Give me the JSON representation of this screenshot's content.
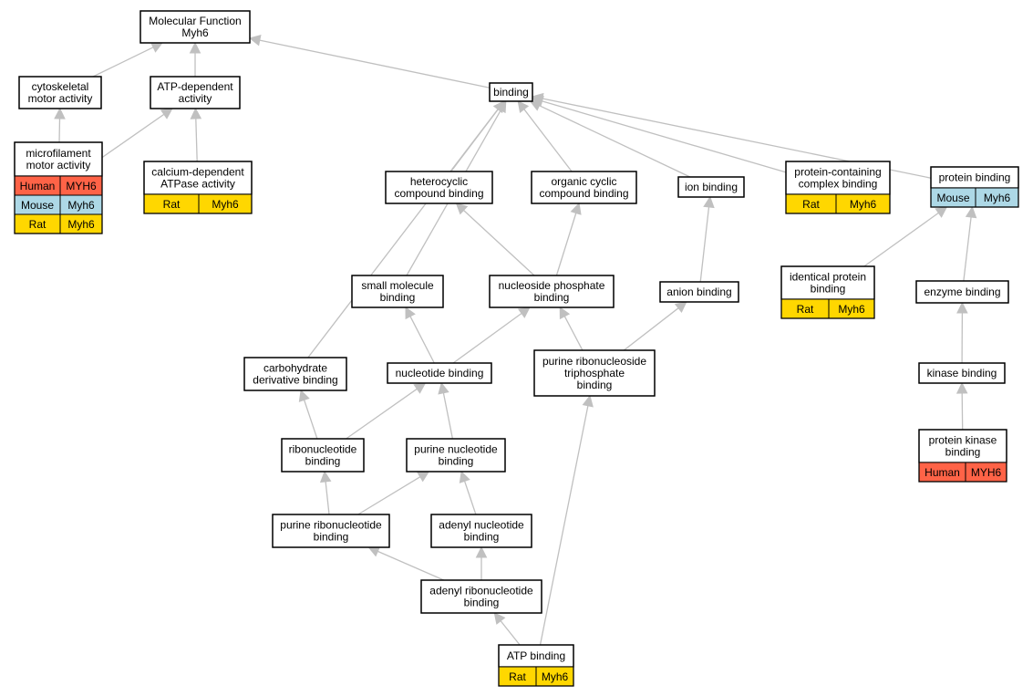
{
  "colors": {
    "human": "#ff6347",
    "mouse": "#add8e6",
    "rat": "#ffd700",
    "edge": "#c0c0c0"
  },
  "nodes": {
    "molecular_function": {
      "lines": [
        "Molecular Function",
        "Myh6"
      ]
    },
    "cytoskeletal_motor": {
      "lines": [
        "cytoskeletal",
        "motor activity"
      ]
    },
    "atp_dependent": {
      "lines": [
        "ATP-dependent",
        "activity"
      ]
    },
    "binding": {
      "lines": [
        "binding"
      ]
    },
    "microfilament_motor": {
      "lines": [
        "microfilament",
        "motor activity"
      ],
      "annotations": [
        {
          "species": "Human",
          "gene": "MYH6",
          "color": "human"
        },
        {
          "species": "Mouse",
          "gene": "Myh6",
          "color": "mouse"
        },
        {
          "species": "Rat",
          "gene": "Myh6",
          "color": "rat"
        }
      ]
    },
    "calcium_atpase": {
      "lines": [
        "calcium-dependent",
        "ATPase activity"
      ],
      "annotations": [
        {
          "species": "Rat",
          "gene": "Myh6",
          "color": "rat"
        }
      ]
    },
    "heterocyclic": {
      "lines": [
        "heterocyclic",
        "compound binding"
      ]
    },
    "organic_cyclic": {
      "lines": [
        "organic cyclic",
        "compound binding"
      ]
    },
    "ion_binding": {
      "lines": [
        "ion binding"
      ]
    },
    "protein_complex": {
      "lines": [
        "protein-containing",
        "complex binding"
      ],
      "annotations": [
        {
          "species": "Rat",
          "gene": "Myh6",
          "color": "rat"
        }
      ]
    },
    "protein_binding": {
      "lines": [
        "protein binding"
      ],
      "annotations": [
        {
          "species": "Mouse",
          "gene": "Myh6",
          "color": "mouse"
        }
      ]
    },
    "small_molecule": {
      "lines": [
        "small molecule",
        "binding"
      ]
    },
    "nucleoside_phosphate": {
      "lines": [
        "nucleoside phosphate",
        "binding"
      ]
    },
    "anion_binding": {
      "lines": [
        "anion binding"
      ]
    },
    "identical_protein": {
      "lines": [
        "identical protein",
        "binding"
      ],
      "annotations": [
        {
          "species": "Rat",
          "gene": "Myh6",
          "color": "rat"
        }
      ]
    },
    "enzyme_binding": {
      "lines": [
        "enzyme binding"
      ]
    },
    "carbohydrate_deriv": {
      "lines": [
        "carbohydrate",
        "derivative binding"
      ]
    },
    "nucleotide_binding": {
      "lines": [
        "nucleotide binding"
      ]
    },
    "purine_ribonucleoside_tp": {
      "lines": [
        "purine ribonucleoside",
        "triphosphate",
        "binding"
      ]
    },
    "kinase_binding": {
      "lines": [
        "kinase binding"
      ]
    },
    "ribonucleotide": {
      "lines": [
        "ribonucleotide",
        "binding"
      ]
    },
    "purine_nucleotide": {
      "lines": [
        "purine nucleotide",
        "binding"
      ]
    },
    "protein_kinase": {
      "lines": [
        "protein kinase",
        "binding"
      ],
      "annotations": [
        {
          "species": "Human",
          "gene": "MYH6",
          "color": "human"
        }
      ]
    },
    "purine_ribonucleotide": {
      "lines": [
        "purine ribonucleotide",
        "binding"
      ]
    },
    "adenyl_nucleotide": {
      "lines": [
        "adenyl nucleotide",
        "binding"
      ]
    },
    "adenyl_ribonucleotide": {
      "lines": [
        "adenyl ribonucleotide",
        "binding"
      ]
    },
    "atp_binding": {
      "lines": [
        "ATP binding"
      ],
      "annotations": [
        {
          "species": "Rat",
          "gene": "Myh6",
          "color": "rat"
        }
      ]
    }
  },
  "edges": [
    {
      "from": "cytoskeletal_motor",
      "to": "molecular_function"
    },
    {
      "from": "atp_dependent",
      "to": "molecular_function"
    },
    {
      "from": "binding",
      "to": "molecular_function"
    },
    {
      "from": "microfilament_motor",
      "to": "cytoskeletal_motor"
    },
    {
      "from": "microfilament_motor",
      "to": "atp_dependent"
    },
    {
      "from": "calcium_atpase",
      "to": "atp_dependent"
    },
    {
      "from": "heterocyclic",
      "to": "binding"
    },
    {
      "from": "organic_cyclic",
      "to": "binding"
    },
    {
      "from": "ion_binding",
      "to": "binding"
    },
    {
      "from": "protein_complex",
      "to": "binding"
    },
    {
      "from": "protein_binding",
      "to": "binding"
    },
    {
      "from": "small_molecule",
      "to": "binding"
    },
    {
      "from": "carbohydrate_deriv",
      "to": "binding"
    },
    {
      "from": "nucleoside_phosphate",
      "to": "heterocyclic"
    },
    {
      "from": "nucleoside_phosphate",
      "to": "organic_cyclic"
    },
    {
      "from": "anion_binding",
      "to": "ion_binding"
    },
    {
      "from": "identical_protein",
      "to": "protein_binding"
    },
    {
      "from": "enzyme_binding",
      "to": "protein_binding"
    },
    {
      "from": "kinase_binding",
      "to": "enzyme_binding"
    },
    {
      "from": "protein_kinase",
      "to": "kinase_binding"
    },
    {
      "from": "nucleotide_binding",
      "to": "small_molecule"
    },
    {
      "from": "nucleotide_binding",
      "to": "nucleoside_phosphate"
    },
    {
      "from": "purine_ribonucleoside_tp",
      "to": "nucleoside_phosphate"
    },
    {
      "from": "purine_ribonucleoside_tp",
      "to": "anion_binding"
    },
    {
      "from": "ribonucleotide",
      "to": "carbohydrate_deriv"
    },
    {
      "from": "ribonucleotide",
      "to": "nucleotide_binding"
    },
    {
      "from": "purine_nucleotide",
      "to": "nucleotide_binding"
    },
    {
      "from": "purine_ribonucleotide",
      "to": "ribonucleotide"
    },
    {
      "from": "purine_ribonucleotide",
      "to": "purine_nucleotide"
    },
    {
      "from": "adenyl_nucleotide",
      "to": "purine_nucleotide"
    },
    {
      "from": "adenyl_ribonucleotide",
      "to": "purine_ribonucleotide"
    },
    {
      "from": "adenyl_ribonucleotide",
      "to": "adenyl_nucleotide"
    },
    {
      "from": "atp_binding",
      "to": "adenyl_ribonucleotide"
    },
    {
      "from": "atp_binding",
      "to": "purine_ribonucleoside_tp"
    }
  ]
}
